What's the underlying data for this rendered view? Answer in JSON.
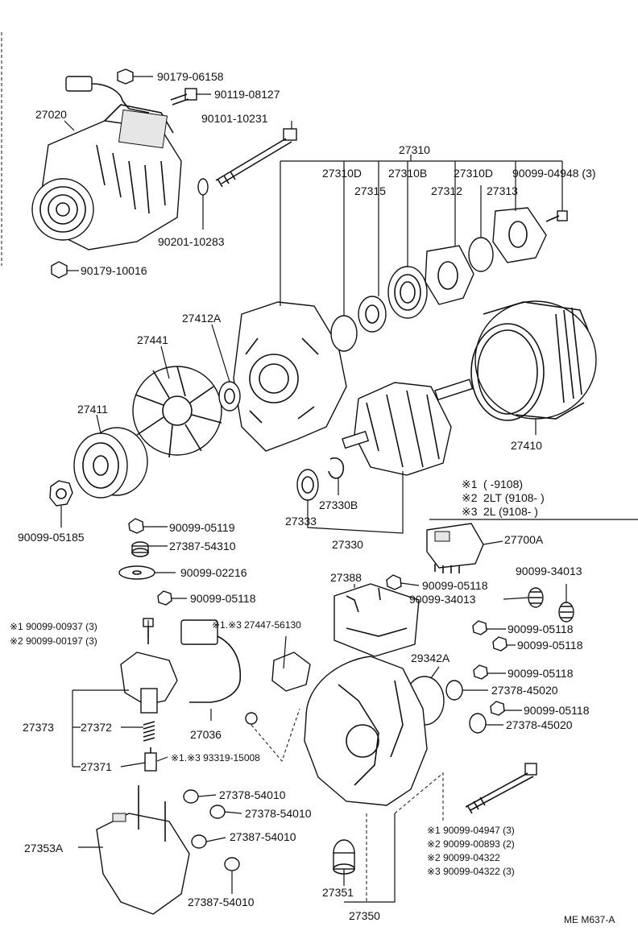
{
  "diagram_id": "ME M637-A",
  "labels": {
    "p90179_06158": "90179-06158",
    "p90119_08127": "90119-08127",
    "p27020": "27020",
    "p90101_10231": "90101-10231",
    "p27310": "27310",
    "p27310D_a": "27310D",
    "p27310B": "27310B",
    "p27310D_b": "27310D",
    "p90099_04948": "90099-04948 (3)",
    "p27315": "27315",
    "p27312": "27312",
    "p27313": "27313",
    "p90201_10283": "90201-10283",
    "p90179_10016": "90179-10016",
    "p27412A": "27412A",
    "p27441": "27441",
    "p27411": "27411",
    "p27410": "27410",
    "p90099_05185": "90099-05185",
    "p27333": "27333",
    "p27330B": "27330B",
    "p27330": "27330",
    "p90099_05119": "90099-05119",
    "p27387_54310": "27387-54310",
    "p90099_02216": "90099-02216",
    "p90099_05118_a": "90099-05118",
    "p27700A": "27700A",
    "p27388": "27388",
    "p90099_05118_b": "90099-05118",
    "p90099_34013_a": "90099-34013",
    "p90099_34013_b": "90099-34013",
    "p90099_05118_c": "90099-05118",
    "p90099_05118_d": "90099-05118",
    "p29342A": "29342A",
    "p90099_05118_e": "90099-05118",
    "p27378_45020_a": "27378-45020",
    "p90099_05118_f": "90099-05118",
    "p27378_45020_b": "27378-45020",
    "p27447_56130": "※1.※3 27447-56130",
    "p90099_00937": "※1 90099-00937 (3)",
    "p90099_00197": "※2 90099-00197 (3)",
    "p27373": "27373",
    "p27372": "27372",
    "p27036": "27036",
    "p27371": "27371",
    "p93319_15008": "※1.※3 93319-15008",
    "p27378_54010_a": "27378-54010",
    "p27378_54010_b": "27378-54010",
    "p27387_54010_a": "27387-54010",
    "p27387_54010_b": "27387-54010",
    "p27353A": "27353A",
    "p27351": "27351",
    "p27350": "27350",
    "p90099_04947": "※1 90099-04947 (3)",
    "p90099_00893": "※2 90099-00893 (2)",
    "p90099_04322_a": "※2 90099-04322",
    "p90099_04322_b": "※3 90099-04322 (3)"
  },
  "legend": {
    "row1": {
      "mark": "※1",
      "text": "(       -9108)"
    },
    "row2": {
      "mark": "※2",
      "text": "2LT (9108-        )"
    },
    "row3": {
      "mark": "※3",
      "text": "2L (9108-        )"
    }
  }
}
